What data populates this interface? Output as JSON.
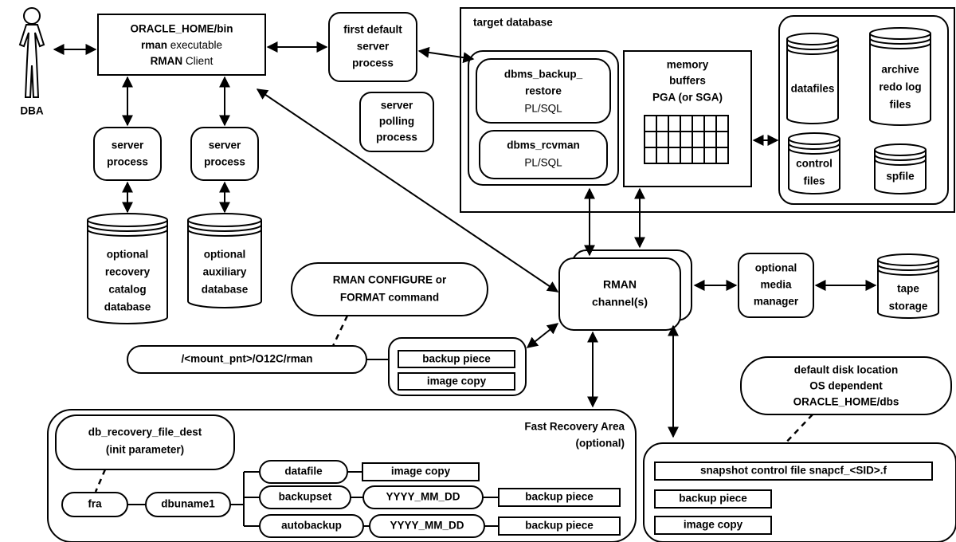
{
  "dba": {
    "label": "DBA"
  },
  "client": {
    "line1": "ORACLE_HOME/bin",
    "line2_bold": "rman",
    "line2_rest": " executable",
    "line3_bold": "RMAN",
    "line3_rest": " Client"
  },
  "first_default_server": [
    "first default",
    "server",
    "process"
  ],
  "server_process": [
    "server",
    "process"
  ],
  "polling_process": [
    "server",
    "polling",
    "process"
  ],
  "recovery_catalog": [
    "optional",
    "recovery",
    "catalog",
    "database"
  ],
  "auxiliary_db": [
    "optional",
    "auxiliary",
    "database"
  ],
  "target_database": {
    "title": "target database",
    "dbms_backup_restore": [
      "dbms_backup_",
      "restore",
      "PL/SQL"
    ],
    "dbms_rcvman": [
      "dbms_rcvman",
      "PL/SQL"
    ],
    "memory": [
      "memory",
      "buffers",
      "PGA (or SGA)"
    ],
    "files": {
      "datafiles": [
        "datafiles"
      ],
      "archive": [
        "archive",
        "redo log",
        "files"
      ],
      "control": [
        "control",
        "files"
      ],
      "spfile": [
        "spfile"
      ]
    }
  },
  "rman_configure": [
    "RMAN CONFIGURE or",
    "FORMAT command"
  ],
  "mount_path": "/<mount_pnt>/O12C/rman",
  "rman_channel": [
    "RMAN",
    "channel(s)"
  ],
  "backup_piece": "backup piece",
  "image_copy": "image copy",
  "media_manager": [
    "optional",
    "media",
    "manager"
  ],
  "tape_storage": [
    "tape",
    "storage"
  ],
  "default_disk": [
    "default disk location",
    "OS dependent",
    "ORACLE_HOME/dbs"
  ],
  "snapshot_control_file": "snapshot control file snapcf_<SID>.f",
  "fra": {
    "title": [
      "Fast Recovery Area",
      "(optional)"
    ],
    "param": [
      "db_recovery_file_dest",
      "(init parameter)"
    ],
    "fra": "fra",
    "dbuname": "dbuname1",
    "datafile": "datafile",
    "backupset": "backupset",
    "autobackup": "autobackup",
    "date_folder": "YYYY_MM_DD"
  }
}
